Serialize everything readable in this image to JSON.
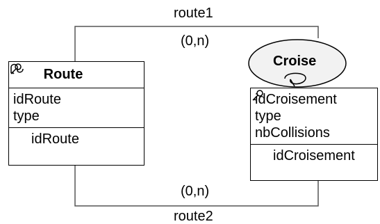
{
  "associations": {
    "route1": {
      "label": "route1",
      "cardinality": "(0,n)"
    },
    "route2": {
      "label": "route2",
      "cardinality": "(0,n)"
    }
  },
  "entities": {
    "route": {
      "name": "Route",
      "attributes": [
        "idRoute",
        "type"
      ],
      "key": "idRoute",
      "icon": "reflexive-loop-icon"
    },
    "croisement": {
      "attributes": [
        "idCroisement",
        "type",
        "nbCollisions"
      ],
      "key": "idCroisement"
    }
  },
  "relation": {
    "name": "Croise",
    "icon": "reflexive-loop-icon"
  },
  "colors": {
    "line": "#555555",
    "ellipse_fill": "#f2f2f2",
    "border": "#000000"
  }
}
